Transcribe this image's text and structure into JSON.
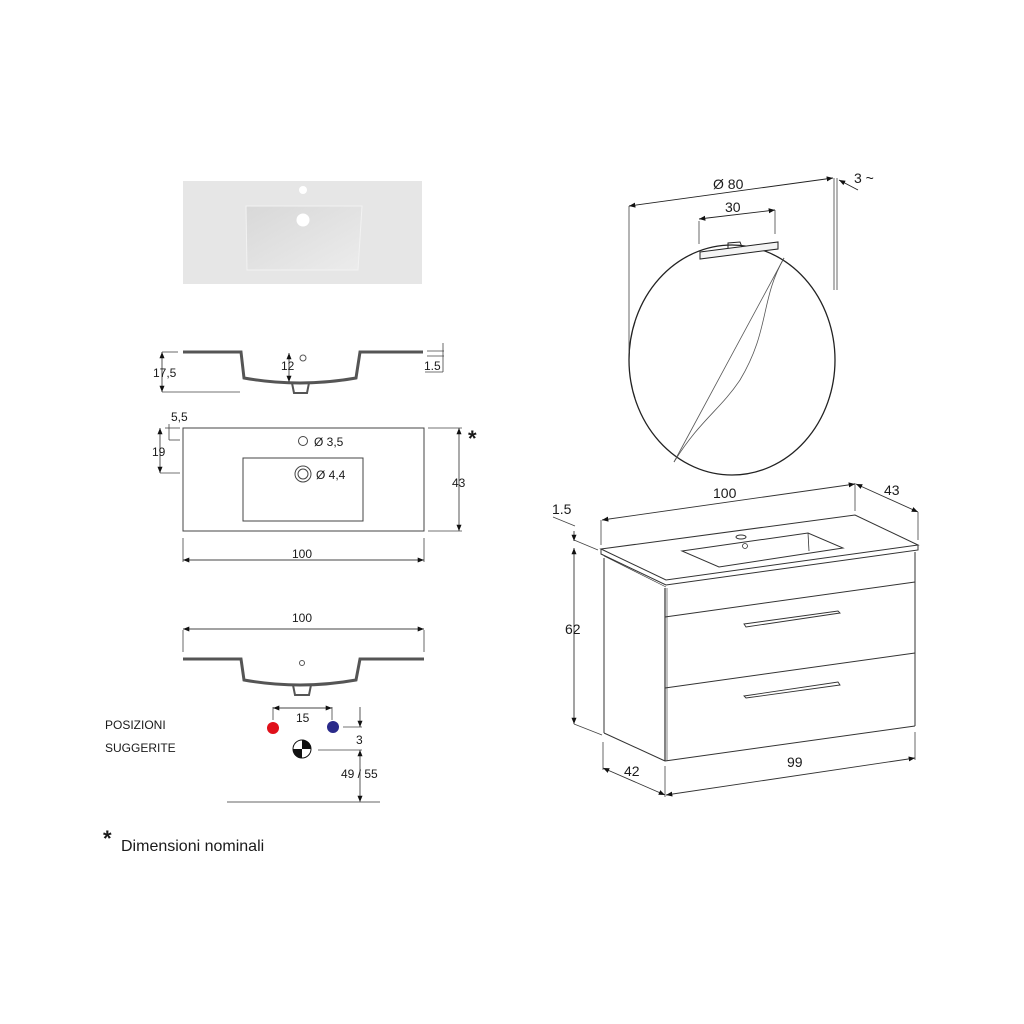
{
  "sink_top_view_image": {
    "shade": "#e6e6e6",
    "basin_shade": "#d4d4d4"
  },
  "sink_side_section": {
    "dim_total_height": "17,5",
    "dim_basin_depth": "12",
    "dim_rim_thickness": "1.5"
  },
  "sink_plan_view": {
    "dim_edge_offset": "5,5",
    "dim_tap_hole_offset": "19",
    "tap_hole_label": "Ø 3,5",
    "drain_hole_label": "Ø 4,4",
    "dim_depth": "43",
    "dim_width": "100",
    "nominal_marker": "*"
  },
  "sink_front_section": {
    "dim_width": "100",
    "suggested_positions_label_1": "POSIZIONI",
    "suggested_positions_label_2": "SUGGERITE",
    "dim_tap_spacing": "15",
    "dim_vertical_offset": "3",
    "dim_drain_height": "49 / 55",
    "hot_color": "#e0101a",
    "cold_color": "#2a2a8a"
  },
  "mirror": {
    "dim_diameter": "Ø 80",
    "dim_lamp_width": "30",
    "dim_wall_gap": "3 ~"
  },
  "cabinet": {
    "dim_top_width": "100",
    "dim_top_depth": "43",
    "dim_top_thickness": "1.5",
    "dim_height": "62",
    "dim_base_depth": "42",
    "dim_base_width": "99"
  },
  "footnote": {
    "marker": "*",
    "text": "Dimensioni nominali"
  }
}
